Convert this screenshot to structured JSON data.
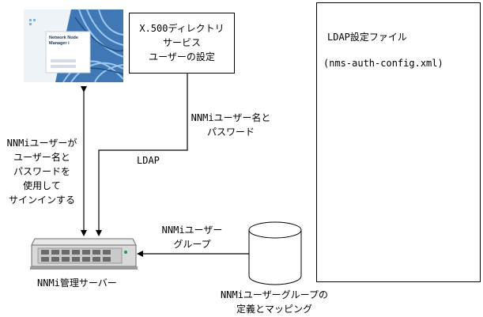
{
  "directory_box": {
    "lines": [
      "X.500ディレクトリ",
      "サービス",
      "ユーザーの設定"
    ]
  },
  "config_box": {
    "title": "LDAP設定ファイル",
    "filename": "(nms-auth-config.xml)"
  },
  "login_screen": {
    "title_lines": [
      "Network Node",
      "Manager i"
    ]
  },
  "credentials_label": {
    "lines": [
      "NNMiユーザー名と",
      "パスワード"
    ]
  },
  "protocol_label": "LDAP",
  "signin_label": {
    "lines": [
      "NNMiユーザーが",
      "ユーザー名と",
      "パスワードを",
      "使用して",
      "サインインする"
    ]
  },
  "group_label": {
    "lines": [
      "NNMiユーザー",
      "グループ"
    ]
  },
  "server_label": "NNMi管理サーバー",
  "database_label": {
    "lines": [
      "NNMiユーザーグループの",
      "定義とマッピング"
    ]
  }
}
